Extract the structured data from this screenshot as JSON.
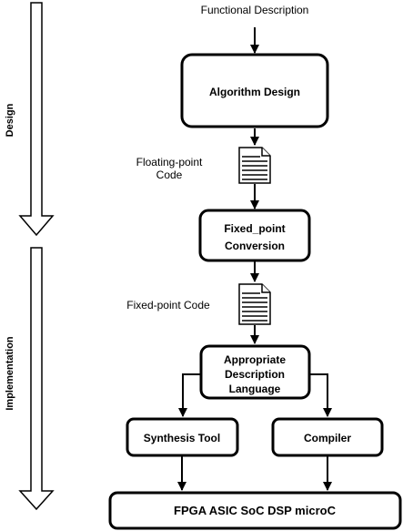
{
  "phases": {
    "design": "Design",
    "implementation": "Implementation"
  },
  "labels": {
    "functional_description": "Functional Description",
    "floating_point_code": [
      "Floating-point",
      "Code"
    ],
    "fixed_point_code": "Fixed-point Code"
  },
  "boxes": {
    "algorithm_design": "Algorithm Design",
    "fixed_point_conversion": [
      "Fixed_point",
      "Conversion"
    ],
    "description_language": [
      "Appropriate",
      "Description",
      "Language"
    ],
    "synthesis_tool": "Synthesis Tool",
    "compiler": "Compiler",
    "targets": "FPGA ASIC SoC DSP microC"
  }
}
